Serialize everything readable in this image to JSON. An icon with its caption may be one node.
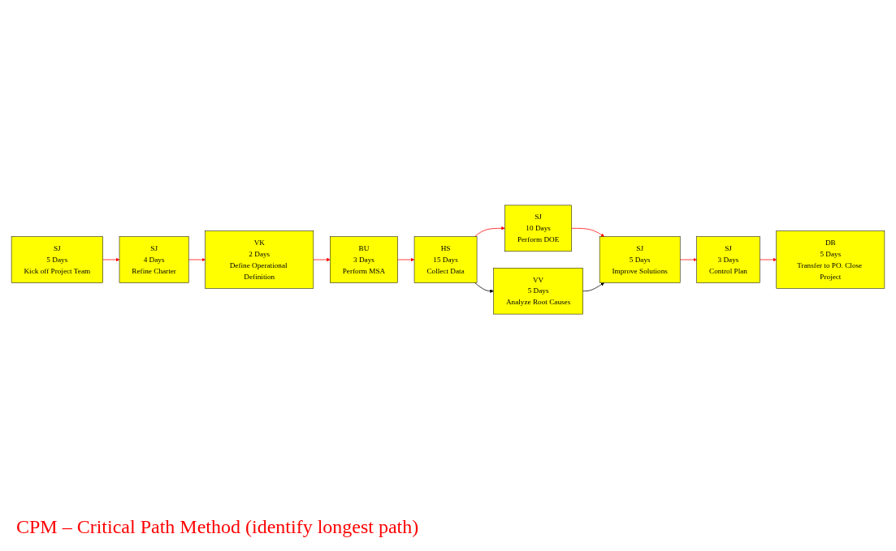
{
  "diagram": {
    "caption": "CPM – Critical Path Method (identify longest path)",
    "nodes": [
      {
        "text": [
          "SJ",
          "5 Days",
          "Kick off Project Team"
        ]
      },
      {
        "text": [
          "SJ",
          "4 Days",
          "Refine Charter"
        ]
      },
      {
        "text": [
          "VK",
          "2 Days",
          "Define Operational Definition"
        ]
      },
      {
        "text": [
          "BU",
          "3 Days",
          "Perform MSA"
        ]
      },
      {
        "text": [
          "HS",
          "15 Days",
          "Collect Data"
        ]
      },
      {
        "text": [
          "SJ",
          "10 Days",
          "Perform DOE"
        ]
      },
      {
        "text": [
          "VV",
          "5 Days",
          "Analyze Root Causes"
        ]
      },
      {
        "text": [
          "SJ",
          "5 Days",
          "Improve Solutions"
        ]
      },
      {
        "text": [
          "SJ",
          "3 Days",
          "Control Plan"
        ]
      },
      {
        "text": [
          "DB",
          "5 Days",
          "Transfer to PO. Close Project"
        ]
      }
    ],
    "edges": [
      {
        "from": 0,
        "to": 1,
        "arrow": "to"
      },
      {
        "from": 1,
        "to": 2,
        "arrow": "to"
      },
      {
        "from": 2,
        "to": 3,
        "arrow": "to"
      },
      {
        "from": 3,
        "to": 4,
        "arrow": "to"
      },
      {
        "from": 4,
        "to": 5,
        "arrow": "to"
      },
      {
        "from": 4,
        "to": 6,
        "arrow": "to",
        "color": "#000000"
      },
      {
        "from": 5,
        "to": 7,
        "arrow": "to"
      },
      {
        "from": 6,
        "to": 7,
        "arrow": "to",
        "color": "#000000"
      },
      {
        "from": 7,
        "to": 8,
        "arrow": "to"
      },
      {
        "from": 8,
        "to": 9,
        "arrow": "to"
      }
    ]
  }
}
